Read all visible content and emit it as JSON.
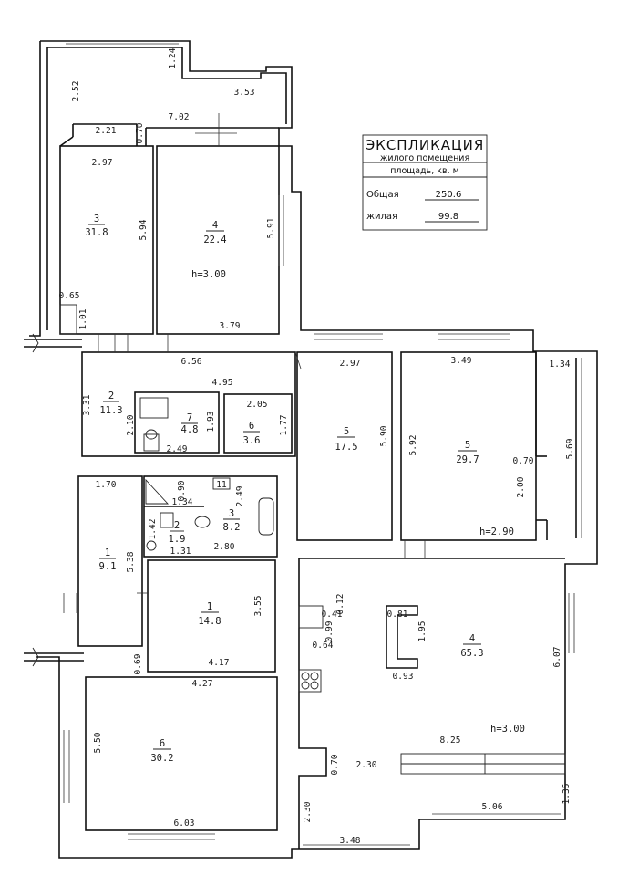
{
  "table": {
    "title": "ЭКСПЛИКАЦИЯ",
    "subtitle": "жилого помещения",
    "area_header": "площадь, кв. м",
    "row1_label": "Общая",
    "row1_value": "250.6",
    "row2_label": "жилая",
    "row2_value": "99.8"
  },
  "rooms": [
    {
      "num": "3",
      "area": "31.8"
    },
    {
      "num": "4",
      "area": "22.4"
    },
    {
      "num": "2",
      "area": "11.3"
    },
    {
      "num": "7",
      "area": "4.8"
    },
    {
      "num": "6",
      "area": "3.6"
    },
    {
      "num": "5",
      "area": "17.5"
    },
    {
      "num": "5",
      "area": "29.7"
    },
    {
      "num": "1",
      "area": "9.1"
    },
    {
      "num": "2",
      "area": "1.9"
    },
    {
      "num": "3",
      "area": "8.2"
    },
    {
      "num": "1",
      "area": "14.8"
    },
    {
      "num": "6",
      "area": "30.2"
    },
    {
      "num": "4",
      "area": "65.3"
    }
  ],
  "heights": [
    "h=3.00",
    "h=2.90",
    "h=3.00"
  ],
  "dims": [
    "1.24",
    "2.52",
    "3.53",
    "7.02",
    "2.21",
    "0.70",
    "2.97",
    "5.94",
    "5.91",
    "0.65",
    "1.01",
    "3.79",
    "6.56",
    "4.95",
    "3.31",
    "2.10",
    "2.49",
    "1.93",
    "2.05",
    "1.77",
    "2.97",
    "5.90",
    "5.92",
    "3.49",
    "1.34",
    "5.69",
    "0.70",
    "2.00",
    "1.70",
    "0.90",
    "1.34",
    "2.49",
    "11",
    "1.42",
    "1.31",
    "2.80",
    "5.38",
    "3.55",
    "0.69",
    "4.17",
    "4.27",
    "5.50",
    "6.03",
    "0.12",
    "0.41",
    "0.99",
    "0.64",
    "0.81",
    "1.95",
    "0.93",
    "6.07",
    "8.25",
    "0.70",
    "2.30",
    "2.30",
    "3.48",
    "5.06",
    "1.35"
  ]
}
